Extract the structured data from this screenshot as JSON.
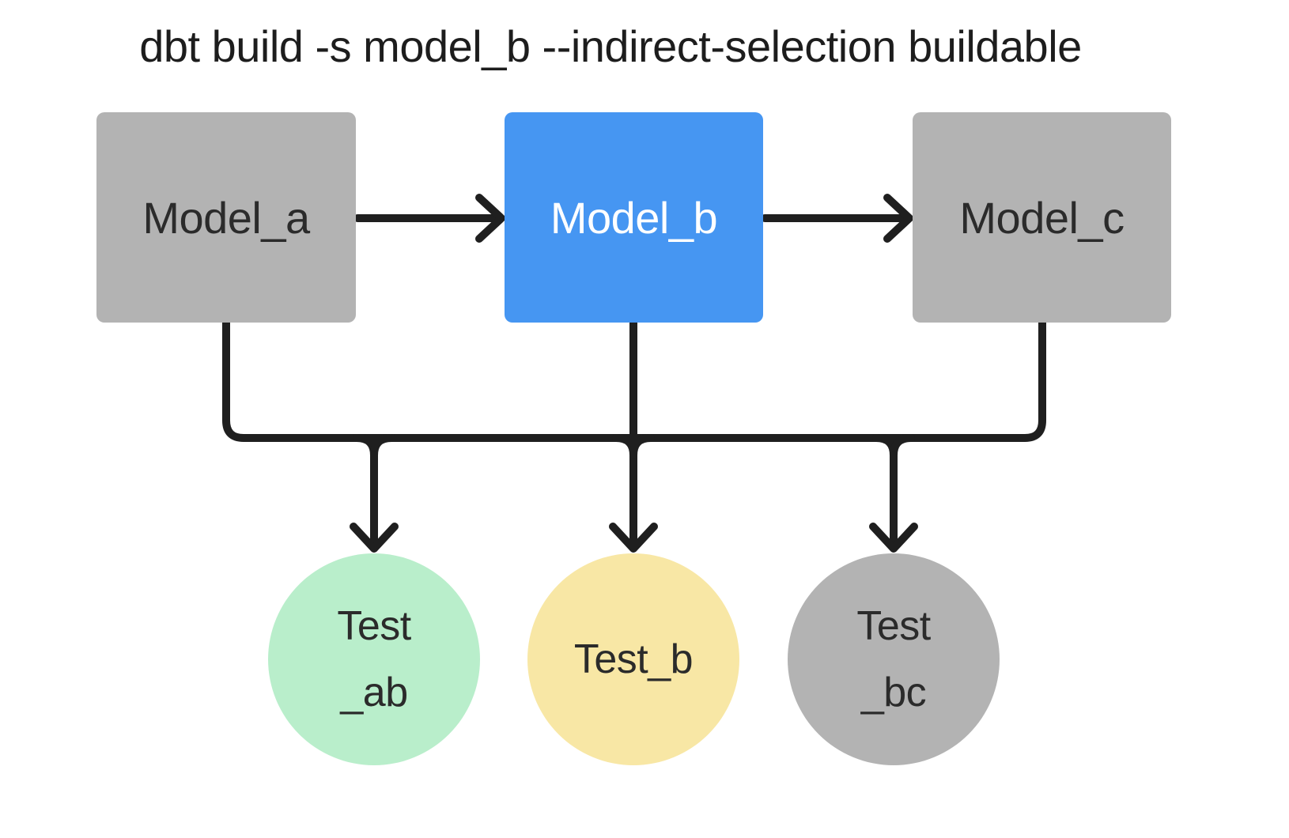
{
  "title": "dbt build -s model_b --indirect-selection buildable",
  "colors": {
    "selected_node_blue": "#4696f2",
    "unselected_node_gray": "#b3b3b3",
    "test_green": "#b9eecb",
    "test_yellow": "#f8e7a5",
    "connector_dark": "#1f1f1f",
    "background": "#ffffff"
  },
  "nodes": {
    "model_a": {
      "label": "Model_a"
    },
    "model_b": {
      "label": "Model_b"
    },
    "model_c": {
      "label": "Model_c"
    },
    "test_ab": {
      "lines": [
        "Test",
        "_ab"
      ]
    },
    "test_b": {
      "lines": [
        "Test_b"
      ]
    },
    "test_bc": {
      "lines": [
        "Test",
        "_bc"
      ]
    }
  }
}
